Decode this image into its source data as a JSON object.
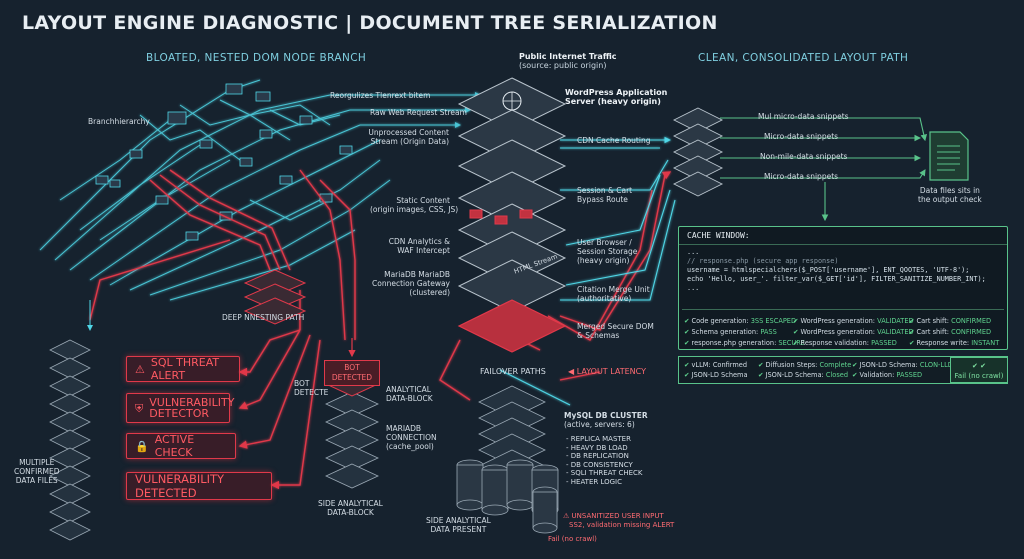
{
  "title": "LAYOUT ENGINE DIAGNOSTIC | DOCUMENT TREE SERIALIZATION",
  "left_section_title": "BLOATED, NESTED DOM NODE BRANCH",
  "right_section_title": "CLEAN, CONSOLIDATED LAYOUT PATH",
  "left_labels": {
    "branch_hierarchy": "Branchhierarchy",
    "deep_nesting": "DEEP NNESTING PATH",
    "multiple_files": [
      "MULTIPLE",
      "CONFIRMED",
      "DATA FILES"
    ],
    "bot_detect": [
      "BOT",
      "DETECTE"
    ],
    "bot_detected_box": [
      "BOT",
      "DETECTED"
    ],
    "analytical_block": [
      "ANALYTICAL",
      "DATA-BLOCK"
    ],
    "mariadb_conn": [
      "MARIADB",
      "CONNECTION",
      "(cache_pool)"
    ],
    "side_analytical_block": [
      "SIDE ANALYTICAL",
      "DATA-BLOCK"
    ]
  },
  "alerts": [
    {
      "icon": "warning-icon",
      "text": [
        "SQL THREAT ALERT"
      ]
    },
    {
      "icon": "shield-icon",
      "text": [
        "VULNERABILITY",
        "DETECTOR"
      ]
    },
    {
      "icon": "lock-icon",
      "text": [
        "ACTIVE CHECK"
      ]
    },
    {
      "icon": "",
      "text": [
        "VULNERABILITY DETECTED"
      ]
    }
  ],
  "center_left_labels": {
    "reorganizes": "Reorgulizes Tlenrext bitem",
    "raw_web": "Raw Web Request Stream",
    "unprocessed": [
      "Unprocessed Content",
      "Stream (Origin Data)"
    ],
    "static_content": [
      "Static Content",
      "(origin images, CSS, JS)"
    ],
    "cdn_analytics": [
      "CDN Analytics &",
      "WAF Intercept"
    ],
    "mariadb_gateway": [
      "MariaDB MariaDB",
      "Connection Gateway",
      "(clustered)"
    ]
  },
  "center_right_labels": {
    "public_traffic": [
      "Public Internet Traffic",
      "(source: public origin)"
    ],
    "wordpress": [
      "WordPress Application",
      "Server (heavy origin)"
    ],
    "cdn_cache": "CDN Cache Routing",
    "session_cart": [
      "Session & Cart",
      "Bypass Route"
    ],
    "user_browser": [
      "User Browser /",
      "Session Storage",
      "(heavy origin)"
    ],
    "citation_merge": [
      "Citation Merge Unit",
      "(authoritative)"
    ],
    "merged_dom": [
      "Merged Secure DOM",
      "& Schemas"
    ],
    "html_stream": "HTML Stream"
  },
  "failover": {
    "paths": "FAILOVER PATHS",
    "latency": "LAYOUT LATENCY"
  },
  "mysql": {
    "title": [
      "MySQL DB CLUSTER",
      "(active, servers: 6)"
    ],
    "items": [
      "- REPLICA MASTER",
      "- HEAVY DB LOAD",
      "- DB REPLICATION",
      "- DB CONSISTENCY",
      "- SQLI THREAT CHECK",
      "- HEATER LOGIC"
    ]
  },
  "bottom_labels": {
    "side_present": [
      "SIDE ANALYTICAL",
      "DATA PRESENT"
    ],
    "unsanitized": [
      "UNSANITIZED USER INPUT",
      "SS2, validation missing ALERT"
    ],
    "fail": "Fail (no crawl)"
  },
  "right_flow": {
    "items": [
      "Mul micro-data snippets",
      "Micro-data snippets",
      "Non-mile-data snippets",
      "Micro-data snippets"
    ],
    "data_files": [
      "Data files sits in",
      "the output check"
    ]
  },
  "cache_window": {
    "header": "CACHE WINDOW:",
    "code": [
      "...",
      "// response.php (secure app response)",
      "username = htmlspecialchers($_POST['username'], ENT_QOOTES, 'UTF-8');",
      "echo 'Hello, user_'. filter_var($_GET['id'], FILTER_SANITIZE_NUMBER_INT);",
      "..."
    ],
    "stats": [
      [
        {
          "k": "Code generation:",
          "v": "3SS ESCAPED"
        },
        {
          "k": "WordPress generation:",
          "v": "VALIDATED"
        },
        {
          "k": "Cart shift:",
          "v": "CONFIRMED"
        }
      ],
      [
        {
          "k": "Schema generation:",
          "v": "PASS"
        },
        {
          "k": "WordPress generation:",
          "v": "VALIDATED"
        },
        {
          "k": "Cart shift:",
          "v": "CONFIRMED"
        }
      ],
      [
        {
          "k": "response.php generation:",
          "v": "SECURE"
        },
        {
          "k": "Response validation:",
          "v": "PASSED"
        },
        {
          "k": "Response write:",
          "v": "INSTANT"
        }
      ]
    ]
  },
  "bottom_bar": {
    "col1": [
      {
        "k": "vLLM:",
        "v": "Confirmed"
      },
      {
        "k": "JSON-LD Schema",
        "v": ""
      }
    ],
    "col2": [
      {
        "k": "Diffusion Steps:",
        "v": "Complete"
      },
      {
        "k": "JSON-LD Schema:",
        "v": "Closed"
      }
    ],
    "col3": [
      {
        "k": "JSON-LD Schema:",
        "v": "CLON-LLD"
      },
      {
        "k": "Validation:",
        "v": "PASSED"
      }
    ],
    "fail_ok": "Fail (no crawl)"
  },
  "colors": {
    "bg": "#16222e",
    "cyan": "#4fd6e6",
    "red": "#e0394a",
    "green": "#59c38a"
  }
}
